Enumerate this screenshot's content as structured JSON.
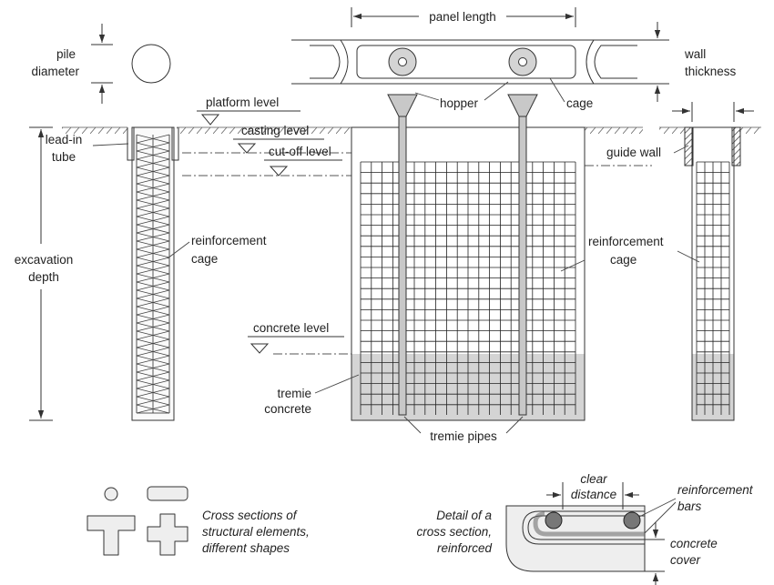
{
  "labels": {
    "panel_length": "panel length",
    "pile_diameter_1": "pile",
    "pile_diameter_2": "diameter",
    "wall_thickness_1": "wall",
    "wall_thickness_2": "thickness",
    "platform_level": "platform level",
    "casting_level": "casting level",
    "cut_off_level": "cut-off level",
    "hopper": "hopper",
    "cage": "cage",
    "lead_in_1": "lead-in",
    "lead_in_2": "tube",
    "guide_wall": "guide wall",
    "reinf_cage_left_1": "reinforcement",
    "reinf_cage_left_2": "cage",
    "reinf_cage_right_1": "reinforcement",
    "reinf_cage_right_2": "cage",
    "excavation_1": "excavation",
    "excavation_2": "depth",
    "concrete_level": "concrete level",
    "tremie_concrete_1": "tremie",
    "tremie_concrete_2": "concrete",
    "tremie_pipes": "tremie pipes",
    "cross_sections_1": "Cross sections of",
    "cross_sections_2": "structural elements,",
    "cross_sections_3": "different shapes",
    "detail_1": "Detail of a",
    "detail_2": "cross section,",
    "detail_3": "reinforced",
    "clear_1": "clear",
    "clear_2": "distance",
    "reinf_bars_1": "reinforcement",
    "reinf_bars_2": "bars",
    "concrete_cover_1": "concrete",
    "concrete_cover_2": "cover"
  },
  "colors": {
    "line": "#333333",
    "concrete_fill": "#d4d4d4",
    "light_fill": "#eeeeee",
    "pipe_fill": "#c8c8c8"
  }
}
